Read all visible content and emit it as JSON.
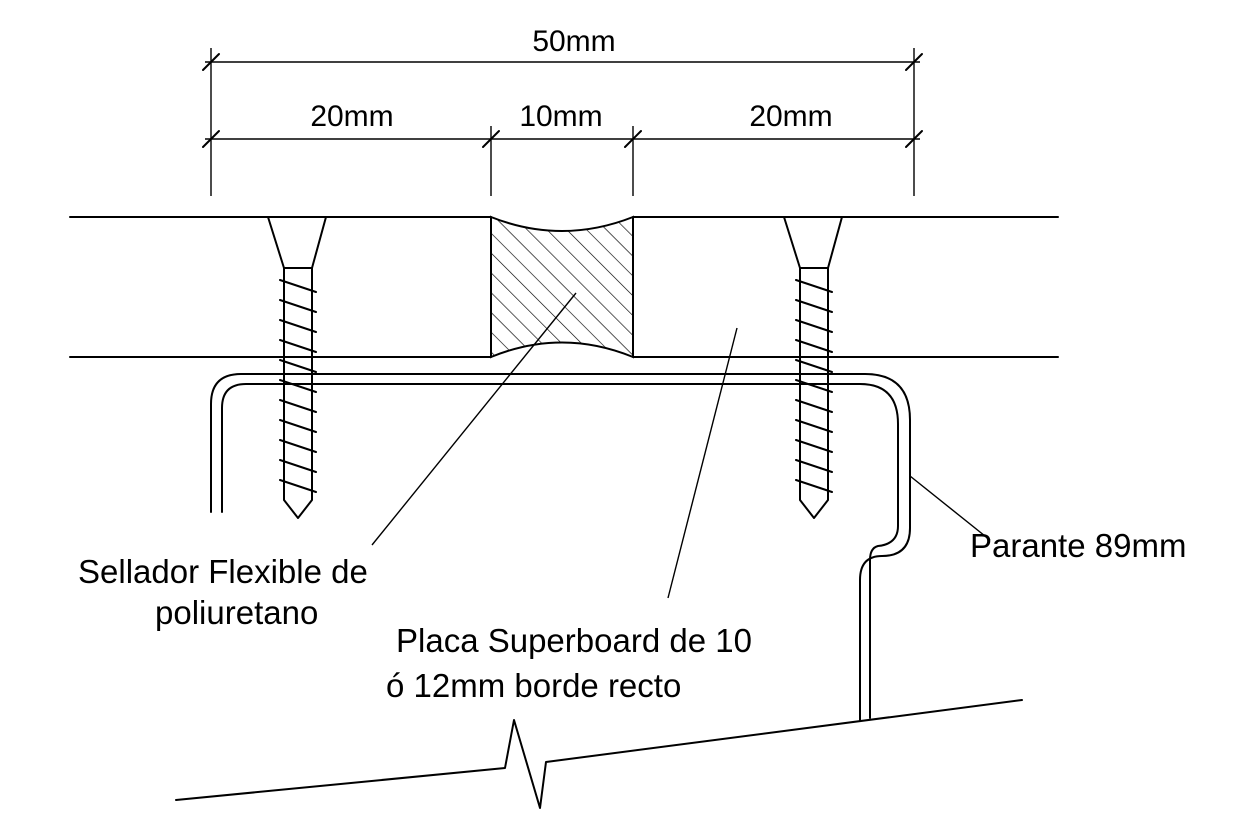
{
  "dimensions": {
    "total": "50mm",
    "left": "20mm",
    "center": "10mm",
    "right": "20mm"
  },
  "labels": {
    "sealant_line1": "Sellador Flexible de",
    "sealant_line2": "poliuretano",
    "board_line1": "Placa Superboard de 10",
    "board_line2": "ó 12mm borde recto",
    "stud": "Parante 89mm"
  },
  "colors": {
    "line": "#000000",
    "background": "#ffffff"
  }
}
